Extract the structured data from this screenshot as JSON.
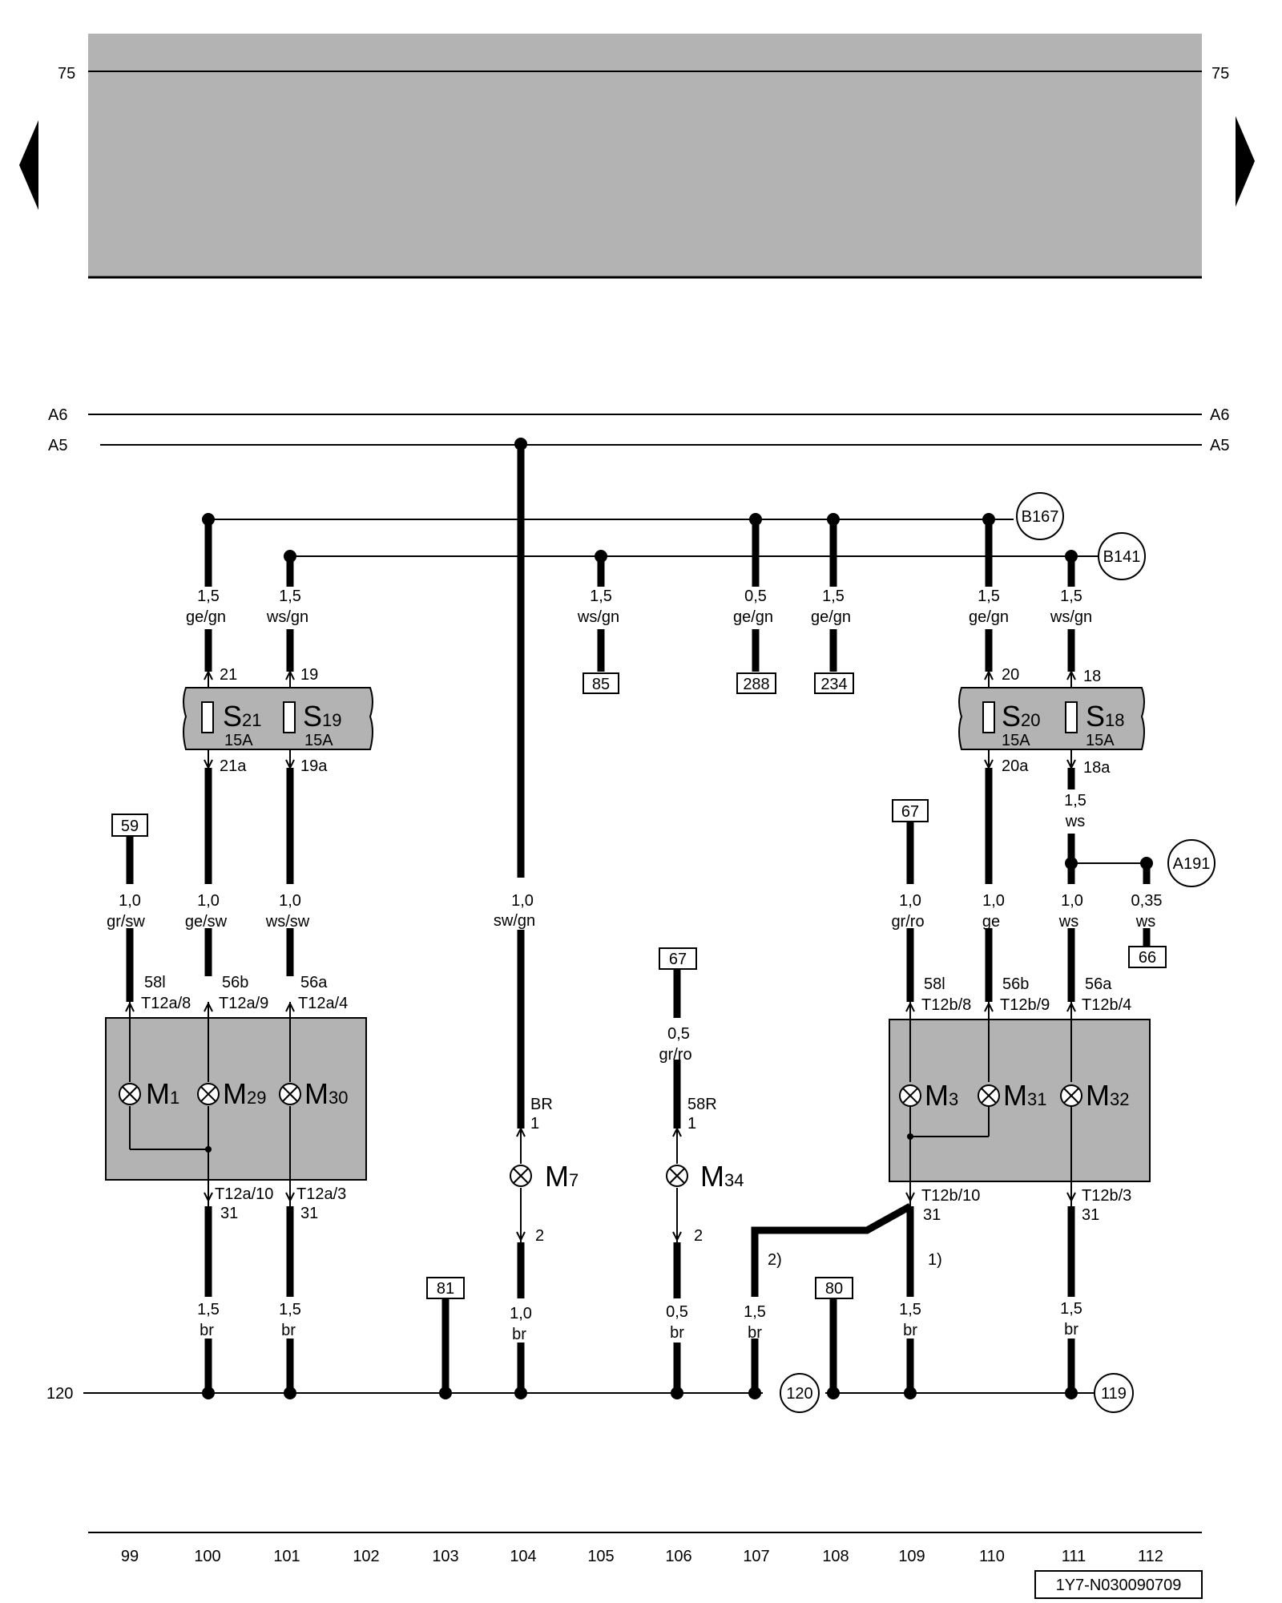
{
  "header": {
    "ref_left": "75",
    "ref_right": "75"
  },
  "nav": {
    "prev": "previous-page",
    "next": "next-page"
  },
  "rails": {
    "a6": "A6",
    "a5": "A5",
    "ground": "120"
  },
  "circles": {
    "b167": "B167",
    "b141": "B141",
    "a191": "A191",
    "g120": "120",
    "g119": "119"
  },
  "boxes": {
    "b59": "59",
    "b85": "85",
    "b288": "288",
    "b234": "234",
    "b67a": "67",
    "b67b": "67",
    "b66": "66",
    "b81": "81",
    "b80": "80"
  },
  "wires": {
    "w1": {
      "size": "1,5",
      "color": "ge/gn"
    },
    "w2": {
      "size": "1,5",
      "color": "ws/gn"
    },
    "w3": {
      "size": "1,5",
      "color": "ws/gn"
    },
    "w4": {
      "size": "0,5",
      "color": "ge/gn"
    },
    "w5": {
      "size": "1,5",
      "color": "ge/gn"
    },
    "w6": {
      "size": "1,5",
      "color": "ge/gn"
    },
    "w7": {
      "size": "1,5",
      "color": "ws/gn"
    },
    "w8": {
      "size": "1,5",
      "color": "ws"
    },
    "w9": {
      "size": "1,0",
      "color": "gr/sw"
    },
    "w10": {
      "size": "1,0",
      "color": "ge/sw"
    },
    "w11": {
      "size": "1,0",
      "color": "ws/sw"
    },
    "w12": {
      "size": "1,0",
      "color": "sw/gn"
    },
    "w13": {
      "size": "0,5",
      "color": "gr/ro"
    },
    "w14": {
      "size": "1,0",
      "color": "gr/ro"
    },
    "w15": {
      "size": "1,0",
      "color": "ge"
    },
    "w16": {
      "size": "1,0",
      "color": "ws"
    },
    "w17": {
      "size": "0,35",
      "color": "ws"
    },
    "w18": {
      "size": "1,5",
      "color": "br"
    },
    "w19": {
      "size": "1,5",
      "color": "br"
    },
    "w20": {
      "size": "1,0",
      "color": "br"
    },
    "w21": {
      "size": "0,5",
      "color": "br"
    },
    "w22": {
      "size": "1,5",
      "color": "br"
    },
    "w23": {
      "size": "1,5",
      "color": "br"
    },
    "w24": {
      "size": "1,5",
      "color": "br"
    }
  },
  "fuses": {
    "s21": {
      "letter": "S",
      "num": "21",
      "amp": "15A",
      "pin_in": "21",
      "pin_out": "21a"
    },
    "s19": {
      "letter": "S",
      "num": "19",
      "amp": "15A",
      "pin_in": "19",
      "pin_out": "19a"
    },
    "s20": {
      "letter": "S",
      "num": "20",
      "amp": "15A",
      "pin_in": "20",
      "pin_out": "20a"
    },
    "s18": {
      "letter": "S",
      "num": "18",
      "amp": "15A",
      "pin_in": "18",
      "pin_out": "18a"
    }
  },
  "lamps": {
    "m1": {
      "letter": "M",
      "num": "1"
    },
    "m29": {
      "letter": "M",
      "num": "29"
    },
    "m30": {
      "letter": "M",
      "num": "30"
    },
    "m3": {
      "letter": "M",
      "num": "3"
    },
    "m31": {
      "letter": "M",
      "num": "31"
    },
    "m32": {
      "letter": "M",
      "num": "32"
    },
    "m7": {
      "letter": "M",
      "num": "7"
    },
    "m34": {
      "letter": "M",
      "num": "34"
    }
  },
  "pins": {
    "l58l": "58l",
    "lT8": "T12a/8",
    "l56b": "56b",
    "lT9": "T12a/9",
    "l56a": "56a",
    "lT4": "T12a/4",
    "lT10": "T12a/10",
    "l31a": "31",
    "lT3": "T12a/3",
    "l31b": "31",
    "r58l": "58l",
    "rT8": "T12b/8",
    "r56b": "56b",
    "rT9": "T12b/9",
    "r56a": "56a",
    "rT4": "T12b/4",
    "rT10": "T12b/10",
    "r31a": "31",
    "rT3": "T12b/3",
    "r31b": "31",
    "m7_top_a": "BR",
    "m7_top_b": "1",
    "m7_bot": "2",
    "m34_top_a": "58R",
    "m34_top_b": "1",
    "m34_bot": "2",
    "note2": "2)",
    "note1": "1)"
  },
  "columns": [
    "99",
    "100",
    "101",
    "102",
    "103",
    "104",
    "105",
    "106",
    "107",
    "108",
    "109",
    "110",
    "111",
    "112"
  ],
  "doc_code": "1Y7-N030090709"
}
